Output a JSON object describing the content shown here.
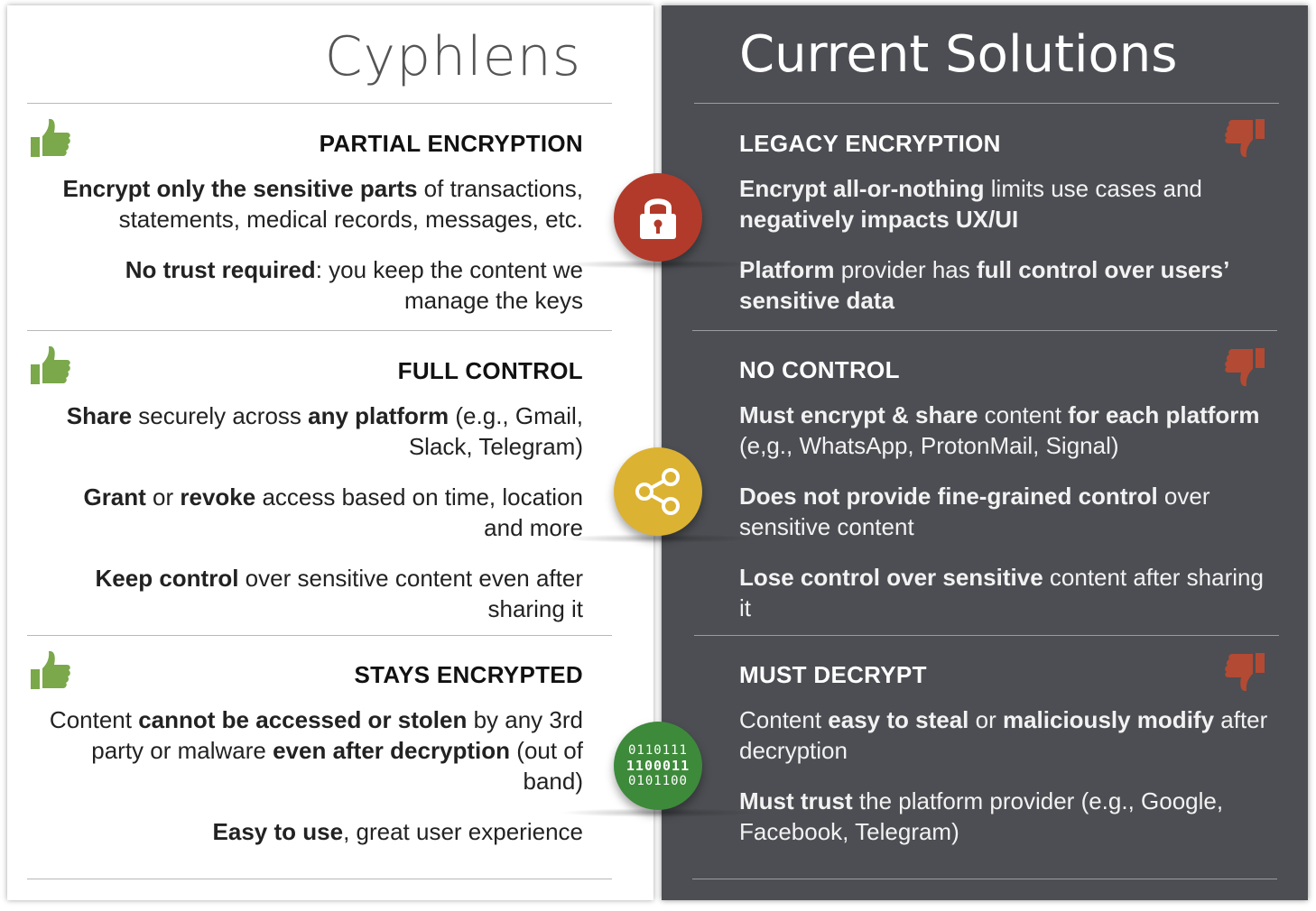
{
  "left": {
    "title": "Cyphlens",
    "sections": [
      {
        "heading": "PARTIAL ENCRYPTION",
        "points": [
          [
            {
              "t": "Encrypt only the sensitive parts",
              "b": true
            },
            {
              "t": " of transactions, statements, medical records, messages, etc.",
              "b": false
            }
          ],
          [
            {
              "t": "No trust required",
              "b": true
            },
            {
              "t": ": you keep the content we manage the keys",
              "b": false
            }
          ]
        ]
      },
      {
        "heading": "FULL CONTROL",
        "points": [
          [
            {
              "t": "Share",
              "b": true
            },
            {
              "t": " securely across ",
              "b": false
            },
            {
              "t": "any platform",
              "b": true
            },
            {
              "t": " (e.g., Gmail, Slack, Telegram)",
              "b": false
            }
          ],
          [
            {
              "t": "Grant",
              "b": true
            },
            {
              "t": " or ",
              "b": false
            },
            {
              "t": "revoke",
              "b": true
            },
            {
              "t": " access based on time, location and more",
              "b": false
            }
          ],
          [
            {
              "t": "Keep control",
              "b": true
            },
            {
              "t": " over sensitive content even after sharing it",
              "b": false
            }
          ]
        ]
      },
      {
        "heading": "STAYS ENCRYPTED",
        "points": [
          [
            {
              "t": "Content ",
              "b": false
            },
            {
              "t": "cannot be accessed or stolen",
              "b": true
            },
            {
              "t": " by any 3rd party or malware ",
              "b": false
            },
            {
              "t": "even after decryption",
              "b": true
            },
            {
              "t": " (out of band)",
              "b": false
            }
          ],
          [
            {
              "t": "Easy to use",
              "b": true
            },
            {
              "t": ", great user experience",
              "b": false
            }
          ]
        ]
      }
    ]
  },
  "right": {
    "title": "Current Solutions",
    "sections": [
      {
        "heading": "LEGACY ENCRYPTION",
        "points": [
          [
            {
              "t": "Encrypt all-or-nothing",
              "b": true
            },
            {
              "t": " limits use cases and ",
              "b": false
            },
            {
              "t": "negatively impacts UX/UI",
              "b": true
            }
          ],
          [
            {
              "t": "Platform",
              "b": true
            },
            {
              "t": " provider has ",
              "b": false
            },
            {
              "t": "full control over users’ sensitive data",
              "b": true
            }
          ]
        ]
      },
      {
        "heading": "NO CONTROL",
        "points": [
          [
            {
              "t": "Must encrypt & share",
              "b": true
            },
            {
              "t": " content ",
              "b": false
            },
            {
              "t": "for each platform",
              "b": true
            },
            {
              "t": " (e,g., WhatsApp, ProtonMail, Signal)",
              "b": false
            }
          ],
          [
            {
              "t": "Does not provide fine-grained control",
              "b": true
            },
            {
              "t": " over sensitive content",
              "b": false
            }
          ],
          [
            {
              "t": "Lose control over sensitive",
              "b": true
            },
            {
              "t": " content after sharing it",
              "b": false
            }
          ]
        ]
      },
      {
        "heading": "MUST DECRYPT",
        "points": [
          [
            {
              "t": "Content ",
              "b": false
            },
            {
              "t": "easy to steal",
              "b": true
            },
            {
              "t": " or ",
              "b": false
            },
            {
              "t": "maliciously modify",
              "b": true
            },
            {
              "t": " after decryption",
              "b": false
            }
          ],
          [
            {
              "t": "Must trust",
              "b": true
            },
            {
              "t": " the platform provider (e.g., Google, Facebook, Telegram)",
              "b": false
            }
          ]
        ]
      }
    ]
  },
  "badges": [
    {
      "icon": "lock-icon",
      "color": "#b23a2a"
    },
    {
      "icon": "share-icon",
      "color": "#dcb233"
    },
    {
      "icon": "binary-icon",
      "color": "#3d8a3a",
      "lines": [
        "0110111",
        "1100011",
        "0101100"
      ]
    }
  ],
  "colors": {
    "thumb_up": "#7aa84a",
    "thumb_down": "#b34a33",
    "dark_panel": "#4c4e53"
  }
}
